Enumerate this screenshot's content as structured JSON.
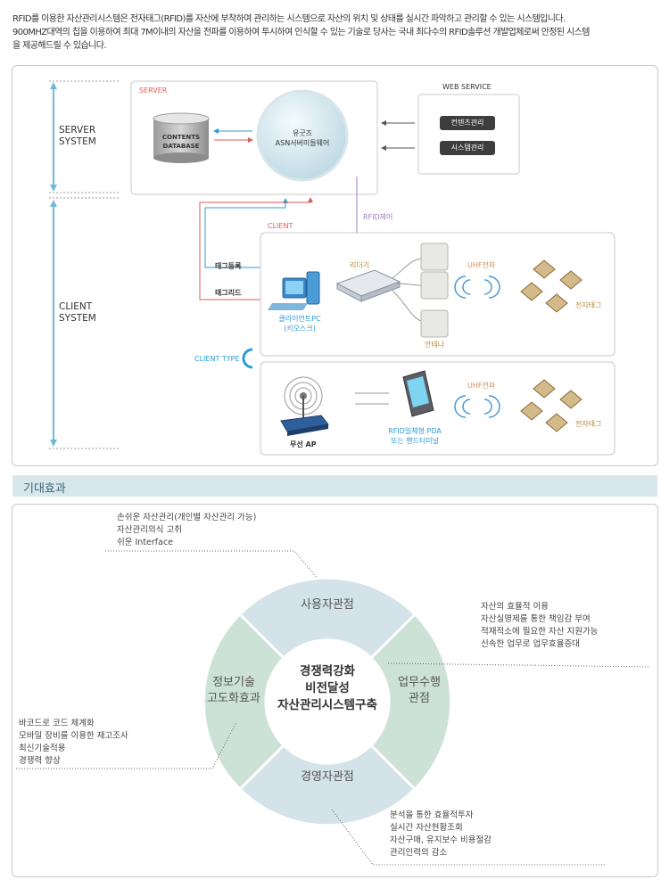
{
  "intro": [
    "RFID를 이용한 자산관리시스템은 전자태그(RFID)를 자산에 부착하여 관리하는 시스템으로 자산의 위치 및 상태를 실시간 파악하고 관리할 수 있는 시스템입니다.",
    "900MHZ대역의 칩을 이용하여 최대 7M이내의 자산을 전파를 이용하여 투시하여 인식할 수 있는 기술로 당사는 국내 최다수의  RFID솔루션 개발업체로써 안정된 시스템",
    "을 제공해드릴 수 있습니다."
  ],
  "diagram": {
    "server_system": "SERVER\nSYSTEM",
    "client_system": "CLIENT\nSYSTEM",
    "server_label": "SERVER",
    "contents_db": "CONTENTS\nDATABASE",
    "middleware": "유굿즈\nASN서버미들웨어",
    "web_service": "WEB SERVICE",
    "content_mgmt": "컨텐츠관리",
    "system_mgmt": "시스템관리",
    "rfid_control": "RFID제어",
    "client_label": "CLIENT",
    "tag_register": "태그등록",
    "tag_read": "태그리드",
    "reader": "리더기",
    "client_pc": "클라이언트PC\n(키오스크)",
    "antenna": "안테나",
    "uhf1": "UHF전파",
    "etag1": "전자태그",
    "client_type": "CLIENT TYPE",
    "wireless_ap": "무선 AP",
    "pda": "RFID일체형 PDA\n또는 핸드터미널",
    "uhf2": "UHF전파",
    "etag2": "전자태그"
  },
  "effects": {
    "title": "기대효과",
    "top": "사용자관점",
    "right": "업무수행\n관점",
    "bottom": "경영자관점",
    "left": "정보기술\n고도화효과",
    "center": "경쟁력강화\n비전달성\n자산관리시스템구축",
    "note_top": "손쉬운 자산관리(개인별 자산관리 가능)\n자산관리의식 고취\n쉬운 Interface",
    "note_right": "자산의 효율적 이용\n자산실명제를 통한 책임감 부여\n적재적소에 필요한 자산 지원가능\n신속한 업무로 업무효율증대",
    "note_left": "바코드로 코드 체계화\n모바일 장비를 이용한 재고조사\n최신기술적용\n경쟁력 향상",
    "note_bottom": "분석을 통한 효율적투자\n실시간 자산현황조회\n자산구매, 유지보수 비용절감\n관리인력의 감소"
  },
  "colors": {
    "ring_blue": "#d3e3e9",
    "ring_green": "#cce2d6",
    "accent_red": "#e05a5a",
    "accent_blue": "#2c9bd6",
    "accent_purple": "#9b7cc5"
  }
}
